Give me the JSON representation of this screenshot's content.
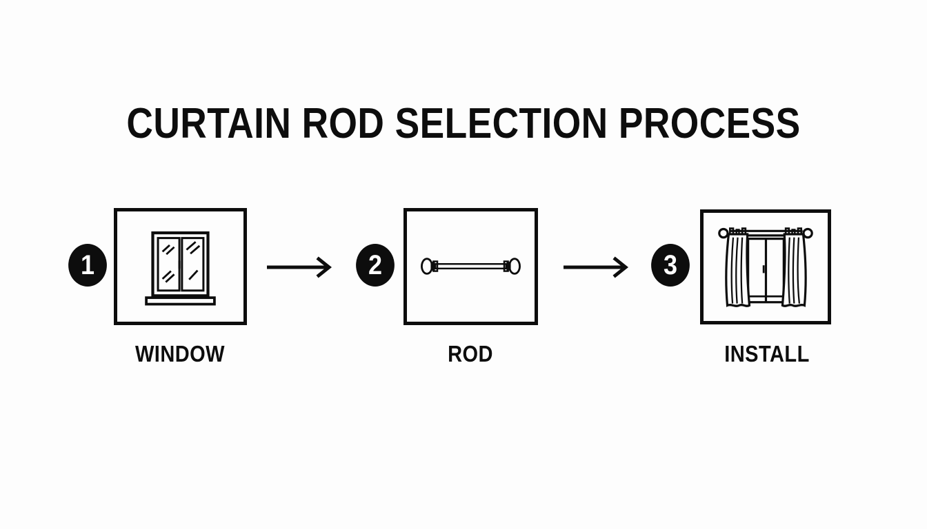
{
  "page": {
    "title": "CURTAIN ROD SELECTION PROCESS",
    "background_color": "#fdfdfd",
    "ink_color": "#0d0d0d"
  },
  "diagram_data": {
    "type": "process-flow",
    "orientation": "horizontal",
    "step_count": 3,
    "connector": "arrow",
    "steps": [
      {
        "number": "1",
        "label": "WINDOW",
        "icon": "window-icon",
        "icon_description": "Two-pane window with sill and glass reflection marks"
      },
      {
        "number": "2",
        "label": "ROD",
        "icon": "curtain-rod-icon",
        "icon_description": "Horizontal curtain rod with decorative finials on both ends"
      },
      {
        "number": "3",
        "label": "INSTALL",
        "icon": "installed-curtains-icon",
        "icon_description": "Window with mounted rod and two hanging drapes"
      }
    ],
    "arrows": [
      {
        "name": "arrow-step-1-to-2",
        "from": "1",
        "to": "2"
      },
      {
        "name": "arrow-step-2-to-3",
        "from": "2",
        "to": "3"
      }
    ]
  }
}
